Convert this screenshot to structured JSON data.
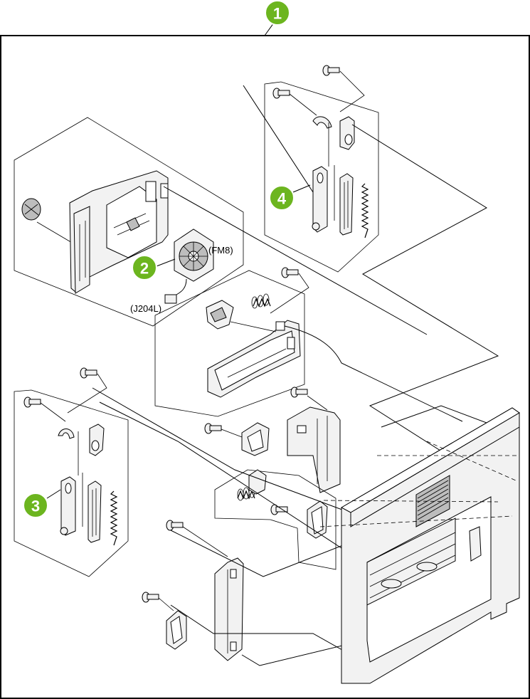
{
  "callouts": [
    {
      "id": "1",
      "label": "1"
    },
    {
      "id": "2",
      "label": "2"
    },
    {
      "id": "3",
      "label": "3"
    },
    {
      "id": "4",
      "label": "4"
    }
  ],
  "labels": {
    "fan": "(FM8)",
    "connector": "(J204L)"
  },
  "colors": {
    "callout": "#6cb51f",
    "line": "#000000",
    "background": "#ffffff"
  }
}
